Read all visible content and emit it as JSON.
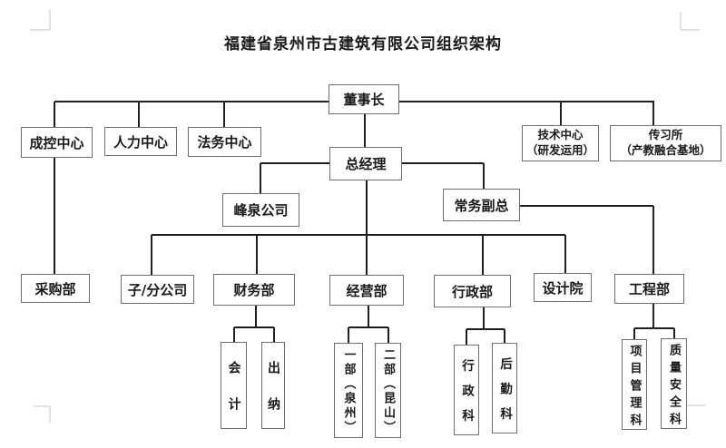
{
  "title": "福建省泉州市古建筑有限公司组织架构",
  "colors": {
    "line": "#1f1f1f",
    "box_border": "#6f6f6f",
    "margin_mark": "#d9d9d9",
    "text": "#1a1a1a"
  },
  "nodes": {
    "chairman": {
      "label": "董事长"
    },
    "cost_control": {
      "label": "成控中心"
    },
    "hr_center": {
      "label": "人力中心"
    },
    "legal_center": {
      "label": "法务中心"
    },
    "tech_center": {
      "label": "技术中心",
      "sub": "（研发运用）"
    },
    "chuanxisuo": {
      "label": "传习所",
      "sub": "（产教融合基地）"
    },
    "general_manager": {
      "label": "总经理"
    },
    "fengquan": {
      "label": "峰泉公司"
    },
    "exec_deputy": {
      "label": "常务副总"
    },
    "procurement": {
      "label": "采购部"
    },
    "subsidiaries": {
      "label": "子/分公司"
    },
    "finance": {
      "label": "财务部"
    },
    "operations": {
      "label": "经营部"
    },
    "admin": {
      "label": "行政部"
    },
    "design_inst": {
      "label": "设计院"
    },
    "engineering": {
      "label": "工程部"
    },
    "accounting": {
      "label": "会计"
    },
    "cashier": {
      "label": "出纳"
    },
    "dept1_quanzhou": {
      "label": "一部（泉州）"
    },
    "dept2_kunshan": {
      "label": "二部（昆山）"
    },
    "admin_section": {
      "label": "行政科"
    },
    "logistics_section": {
      "label": "后勤科"
    },
    "project_mgmt_section": {
      "label": "项目管理科"
    },
    "quality_safety_section": {
      "label": "质量安全科"
    }
  }
}
